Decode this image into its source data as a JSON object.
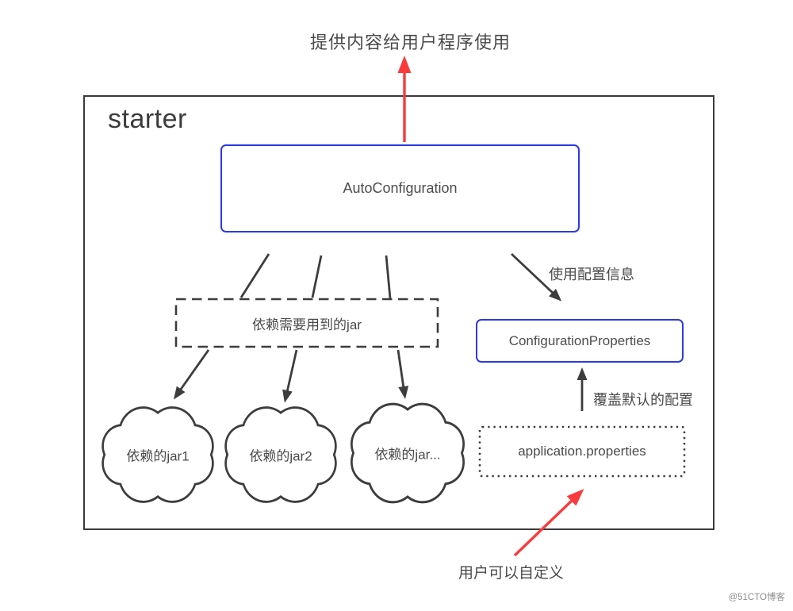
{
  "colors": {
    "box_blue": "#2b3ae2",
    "arrow_red": "#fa3b3d",
    "line_dark": "#3d3d3d",
    "text_dark": "#4a4a4a",
    "watermark_gray": "#8f8f8f"
  },
  "diagram": {
    "top_caption": "提供内容给用户程序使用",
    "container_title": "starter",
    "nodes": {
      "auto_configuration": "AutoConfiguration",
      "dependency_jar_box": "依赖需要用到的jar",
      "clouds": [
        "依赖的jar1",
        "依赖的jar2",
        "依赖的jar..."
      ],
      "configuration_properties": "ConfigurationProperties",
      "application_properties": "application.properties"
    },
    "edge_labels": {
      "use_config": "使用配置信息",
      "override_default": "覆盖默认的配置",
      "user_custom": "用户可以自定义"
    },
    "watermark": "@51CTO博客"
  }
}
